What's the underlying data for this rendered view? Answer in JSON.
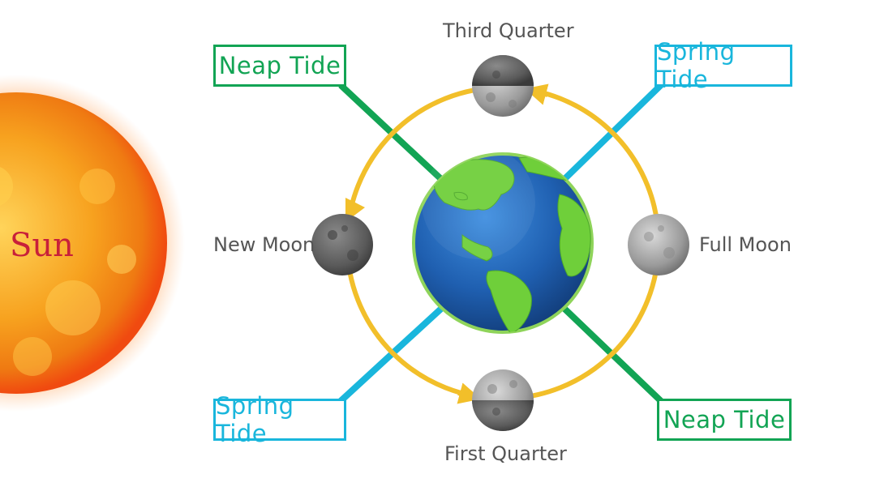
{
  "sun": {
    "label": "Sun"
  },
  "phases": {
    "third_quarter": "Third Quarter",
    "new_moon": "New Moon",
    "full_moon": "Full Moon",
    "first_quarter": "First Quarter"
  },
  "tides": {
    "top_left": "Neap Tide",
    "top_right": "Spring Tide",
    "bottom_left": "Spring Tide",
    "bottom_right": "Neap Tide"
  },
  "colors": {
    "neap": "#12a454",
    "spring": "#19b6dc",
    "orbit": "#f2bf2a",
    "sun": "#f39a1c",
    "earth_ocean": "#1f5fb0",
    "earth_land": "#6fcf3a",
    "moon": "#8a8a8a"
  }
}
